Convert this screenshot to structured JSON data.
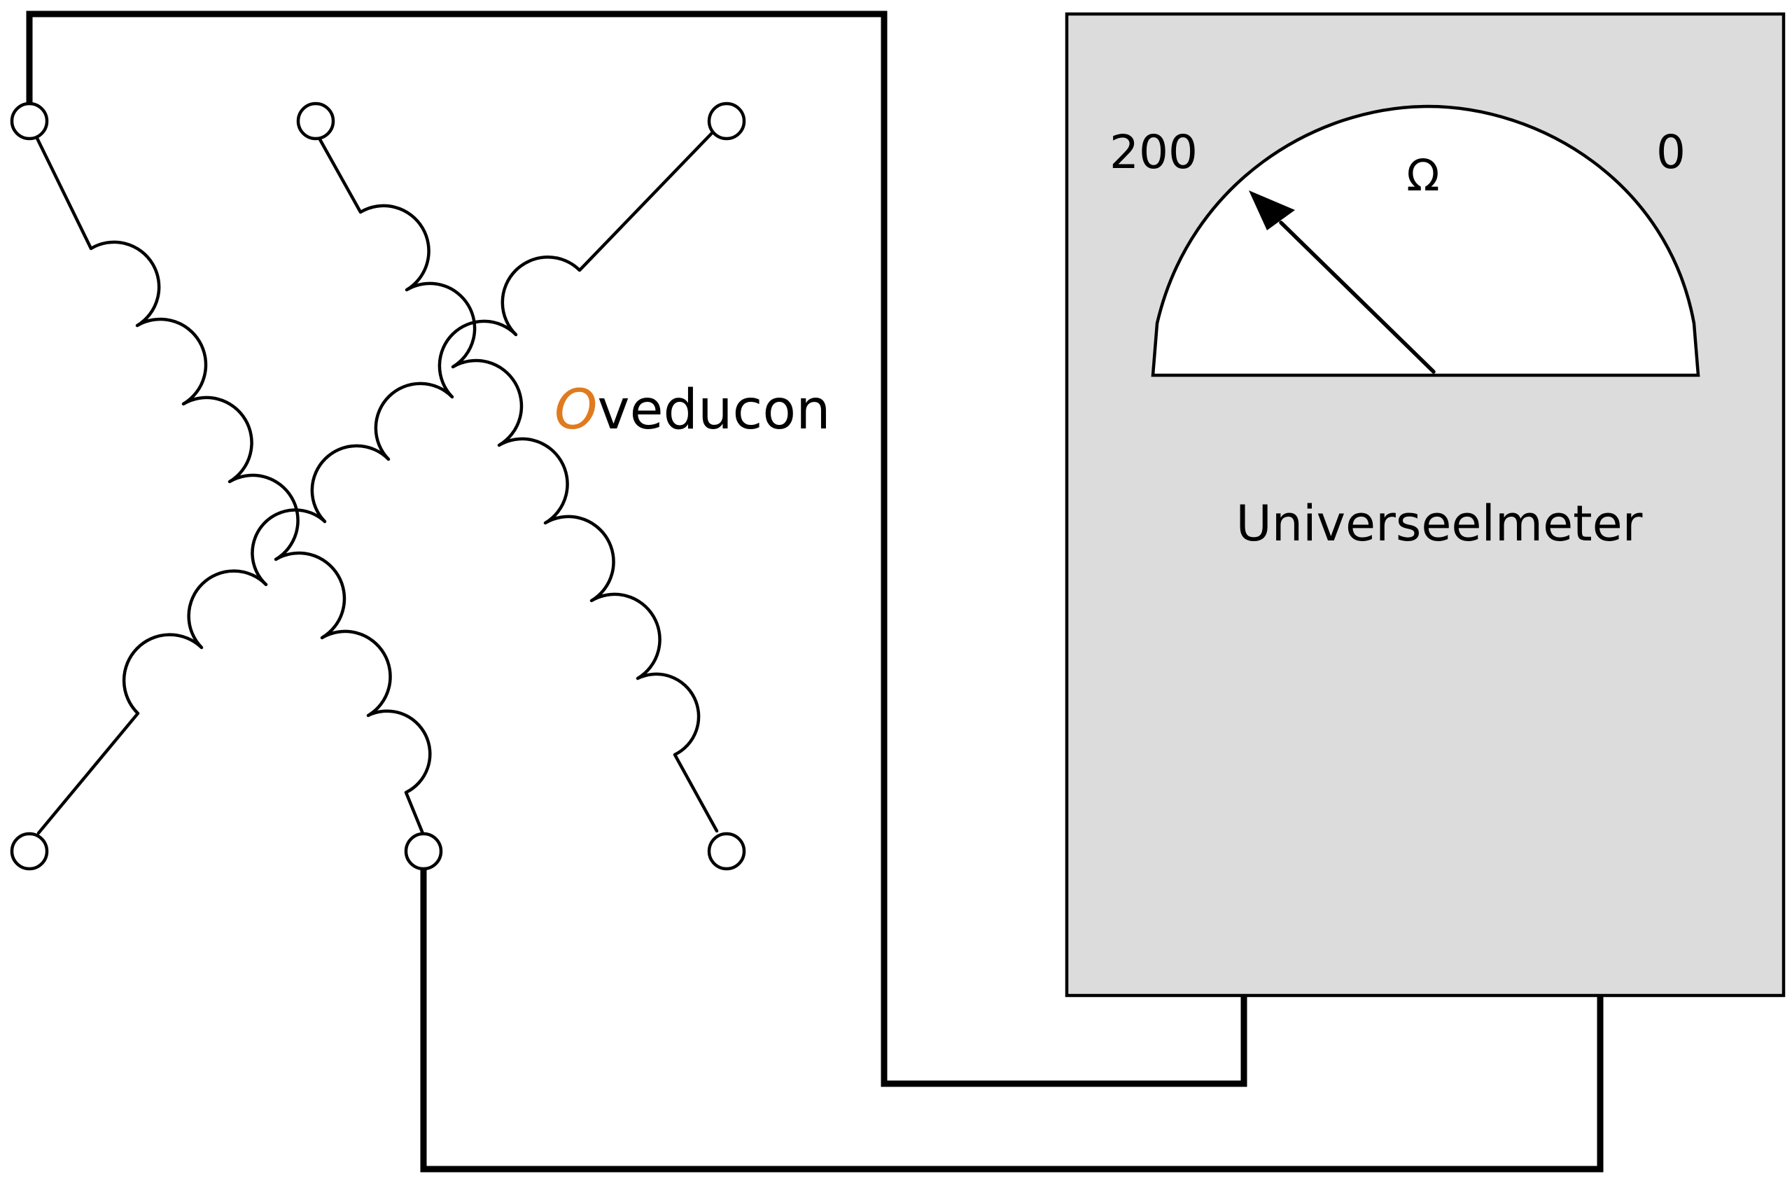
{
  "brand": {
    "initial": "O",
    "rest": "veducon",
    "initial_color": "#e07a1f"
  },
  "meter": {
    "label": "Universeelmeter",
    "scale_left": "200",
    "scale_right": "0",
    "unit_symbol": "Ω",
    "body_color": "#dcdcdc"
  }
}
